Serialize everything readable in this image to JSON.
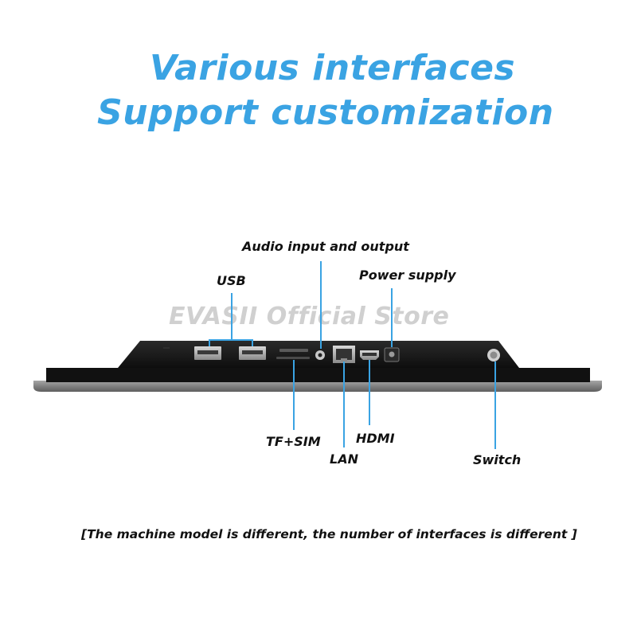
{
  "headline": {
    "line1": "Various interfaces",
    "line2": "Support customization"
  },
  "watermark": "EVASII Official Store",
  "labels": {
    "audio": "Audio input and output",
    "usb": "USB",
    "power": "Power supply",
    "tf_sim": "TF+SIM",
    "lan": "LAN",
    "hdmi": "HDMI",
    "switch": "Switch"
  },
  "footnote": "[The machine model is different, the number of interfaces is different ]",
  "colors": {
    "accent": "#3aa3e3",
    "device_body": "#1a1a1a",
    "device_frame": "#7f7f7f"
  },
  "icons": [
    "usb-port-icon",
    "sd-card-slot-icon",
    "audio-jack-icon",
    "ethernet-port-icon",
    "hdmi-port-icon",
    "dc-power-jack-icon",
    "power-switch-icon"
  ]
}
